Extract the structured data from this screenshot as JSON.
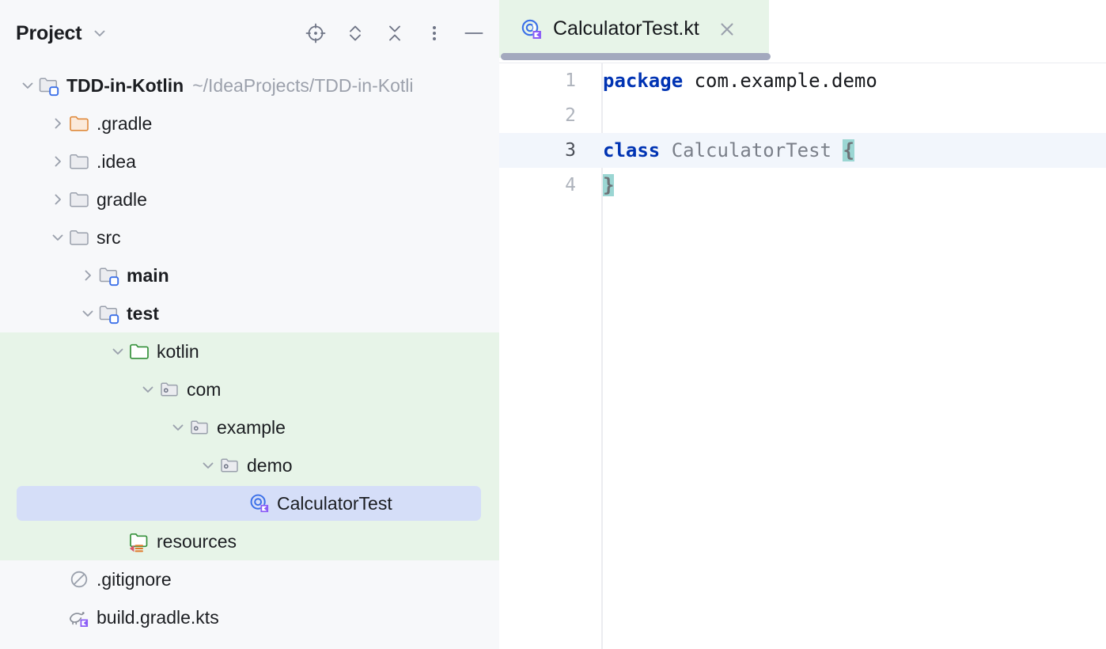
{
  "sidebar": {
    "title": "Project",
    "title_chevron_icon": "chevron-down-icon",
    "actions": [
      {
        "name": "select-opened-file-icon",
        "label": "Select Opened File"
      },
      {
        "name": "expand-all-icon",
        "label": "Expand All"
      },
      {
        "name": "collapse-all-icon",
        "label": "Collapse All"
      },
      {
        "name": "more-options-icon",
        "label": "More Options"
      },
      {
        "name": "hide-icon",
        "label": "Hide"
      }
    ],
    "tree": [
      {
        "label": "TDD-in-Kotlin",
        "sublabel": "~/IdeaProjects/TDD-in-Kotli",
        "icon": "module-folder-icon",
        "arrow": "expanded",
        "depth": 0,
        "bold": true,
        "highlight": "none"
      },
      {
        "label": ".gradle",
        "sublabel": "",
        "icon": "folder-orange-icon",
        "arrow": "collapsed",
        "depth": 1,
        "bold": false,
        "highlight": "cream"
      },
      {
        "label": ".idea",
        "sublabel": "",
        "icon": "folder-icon",
        "arrow": "collapsed",
        "depth": 1,
        "bold": false,
        "highlight": "none"
      },
      {
        "label": "gradle",
        "sublabel": "",
        "icon": "folder-icon",
        "arrow": "collapsed",
        "depth": 1,
        "bold": false,
        "highlight": "none"
      },
      {
        "label": "src",
        "sublabel": "",
        "icon": "folder-icon",
        "arrow": "expanded",
        "depth": 1,
        "bold": false,
        "highlight": "none"
      },
      {
        "label": "main",
        "sublabel": "",
        "icon": "module-folder-icon",
        "arrow": "collapsed",
        "depth": 2,
        "bold": true,
        "highlight": "none"
      },
      {
        "label": "test",
        "sublabel": "",
        "icon": "module-folder-icon",
        "arrow": "expanded",
        "depth": 2,
        "bold": true,
        "highlight": "none"
      },
      {
        "label": "kotlin",
        "sublabel": "",
        "icon": "test-source-folder-icon",
        "arrow": "expanded",
        "depth": 3,
        "bold": false,
        "highlight": "green"
      },
      {
        "label": "com",
        "sublabel": "",
        "icon": "package-icon",
        "arrow": "expanded",
        "depth": 4,
        "bold": false,
        "highlight": "green"
      },
      {
        "label": "example",
        "sublabel": "",
        "icon": "package-icon",
        "arrow": "expanded",
        "depth": 5,
        "bold": false,
        "highlight": "green"
      },
      {
        "label": "demo",
        "sublabel": "",
        "icon": "package-icon",
        "arrow": "expanded",
        "depth": 6,
        "bold": false,
        "highlight": "green"
      },
      {
        "label": "CalculatorTest",
        "sublabel": "",
        "icon": "kotlin-class-icon",
        "arrow": "none",
        "depth": 7,
        "bold": false,
        "highlight": "selected"
      },
      {
        "label": "resources",
        "sublabel": "",
        "icon": "test-resources-folder-icon",
        "arrow": "none",
        "depth": 3,
        "bold": false,
        "highlight": "green"
      },
      {
        "label": ".gitignore",
        "sublabel": "",
        "icon": "gitignore-icon",
        "arrow": "none",
        "depth": 1,
        "bold": false,
        "highlight": "none"
      },
      {
        "label": "build.gradle.kts",
        "sublabel": "",
        "icon": "gradle-kts-icon",
        "arrow": "none",
        "depth": 1,
        "bold": false,
        "highlight": "none"
      }
    ]
  },
  "editor": {
    "tab": {
      "label": "CalculatorTest.kt",
      "icon": "kotlin-class-icon",
      "close_icon": "close-icon"
    },
    "lines": [
      {
        "number": "1",
        "current": false,
        "tokens": [
          {
            "text": "package",
            "style": "kw"
          },
          {
            "text": " com.example.demo",
            "style": "plain"
          }
        ]
      },
      {
        "number": "2",
        "current": false,
        "tokens": []
      },
      {
        "number": "3",
        "current": true,
        "tokens": [
          {
            "text": "class",
            "style": "kw"
          },
          {
            "text": " ",
            "style": "plain"
          },
          {
            "text": "CalculatorTest",
            "style": "cls"
          },
          {
            "text": " ",
            "style": "plain"
          },
          {
            "text": "{",
            "style": "brace-hl"
          }
        ]
      },
      {
        "number": "4",
        "current": false,
        "tokens": [
          {
            "text": "}",
            "style": "brace-hl"
          }
        ]
      }
    ]
  },
  "colors": {
    "sidebar_bg": "#F7F8FA",
    "editor_bg": "#FFFFFF",
    "cream_highlight": "#FCF3DF",
    "green_source_root": "#E7F4E8",
    "selection_lavender": "#D5DEF8",
    "current_line": "#F2F6FC",
    "brace_match": "#9BD6D3",
    "keyword_blue": "#0033B3",
    "class_gray": "#7A7F89",
    "tab_underline": "#A3A9BE"
  }
}
